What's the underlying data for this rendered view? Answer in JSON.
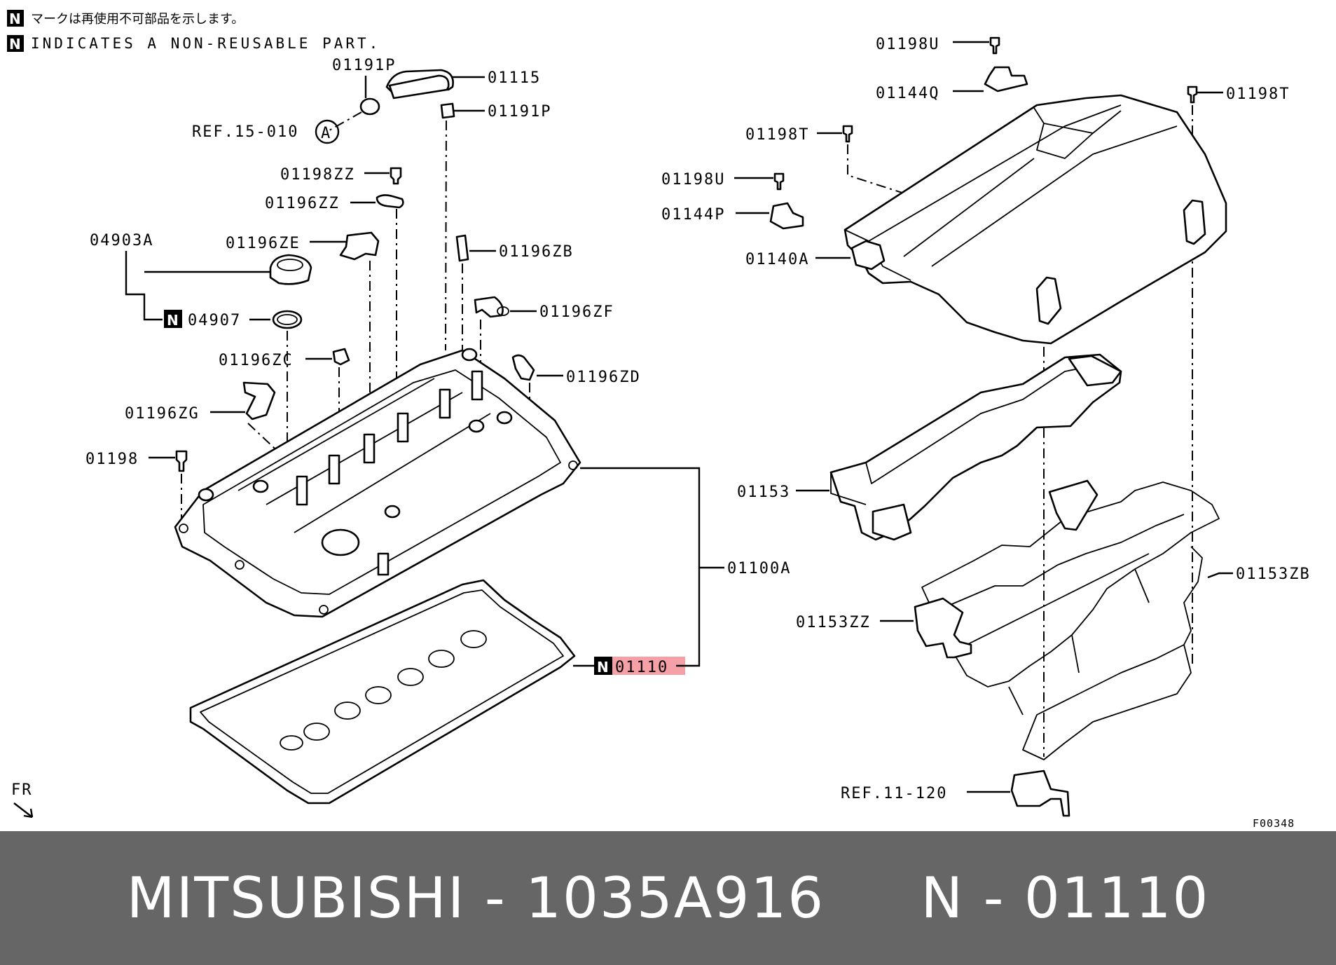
{
  "legend": {
    "n_symbol": "N",
    "line_jp": "マークは再使用不可部品を示します。",
    "line_en": "INDICATES A NON-REUSABLE PART."
  },
  "parts": {
    "p01191P_top": "01191P",
    "p01115": "01115",
    "p01191P_b": "01191P",
    "ref15": "REF.15-010",
    "ref15_circle": "A",
    "p01198ZZ": "01198ZZ",
    "p01196ZZ": "01196ZZ",
    "p04903A": "04903A",
    "p01196ZE": "01196ZE",
    "p01196ZB": "01196ZB",
    "p04907": "04907",
    "p01196ZF": "01196ZF",
    "p01196ZC": "01196ZC",
    "p01196ZD": "01196ZD",
    "p01196ZG": "01196ZG",
    "p01198": "01198",
    "p01100A": "01100A",
    "p01110": "01110",
    "p01198U_top": "01198U",
    "p01144Q": "01144Q",
    "p01198T_r": "01198T",
    "p01198T_l": "01198T",
    "p01198U_l": "01198U",
    "p01144P": "01144P",
    "p01140A": "01140A",
    "p01153": "01153",
    "p01153ZB": "01153ZB",
    "p01153ZZ": "01153ZZ",
    "ref11": "REF.11-120"
  },
  "fr_label": "FR",
  "figure_id": "F00348",
  "highlight_color": "#f4a0a6",
  "footer": {
    "brand": "MITSUBISHI",
    "separator1": "-",
    "part_number": "1035A916",
    "ref_letter": "N",
    "separator2": "-",
    "ref_code": "01110"
  }
}
